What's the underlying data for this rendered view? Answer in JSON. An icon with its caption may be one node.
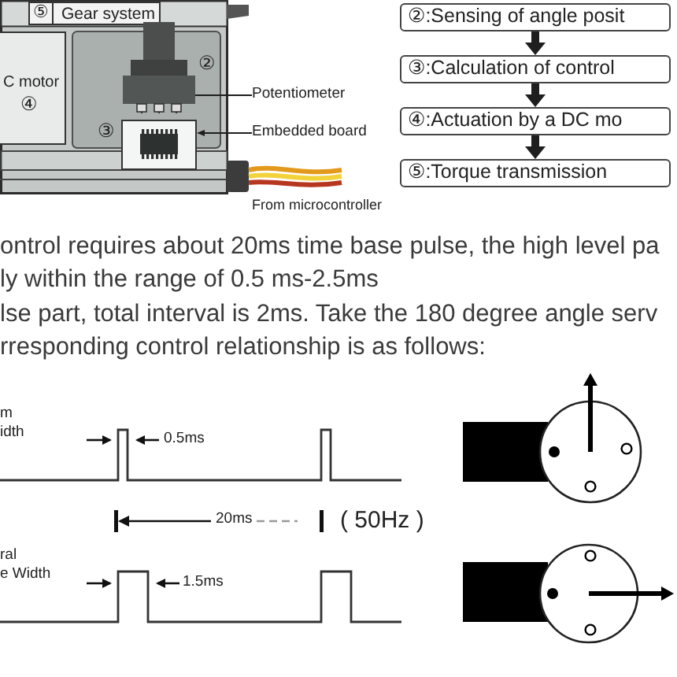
{
  "diagram": {
    "nodes": [
      {
        "text": [
          "⑤",
          "Gear system"
        ]
      },
      {
        "text": [
          "C motor",
          "④"
        ]
      },
      {
        "text": [],
        "shape": "picture",
        "beside": [
          "②"
        ]
      },
      {
        "text": [],
        "shape": "box",
        "beside": [
          "③"
        ]
      },
      {
        "text": [
          "Potentiometer"
        ]
      },
      {
        "text": [
          "Embedded board"
        ]
      },
      {
        "text": [
          "②:Sensing of angle posit"
        ]
      },
      {
        "text": [
          "③:Calculation of control"
        ]
      },
      {
        "text": [
          "④:Actuation by a DC mo"
        ]
      },
      {
        "text": [
          "⑤:Torque transmission"
        ]
      }
    ],
    "edges": [
      {
        "from": 4,
        "to": 2,
        "arrow": "none"
      },
      {
        "from": 5,
        "to": 3,
        "arrow": "to"
      },
      {
        "from": 6,
        "to": 7,
        "arrow": "to"
      },
      {
        "from": 7,
        "to": 8,
        "arrow": "to"
      },
      {
        "from": 8,
        "to": 9,
        "arrow": "to"
      }
    ],
    "labels": [
      "From microcontroller",
      "ontrol requires about 20ms time base pulse, the high level pa",
      "ly within the range of 0.5 ms-2.5ms",
      "lse part, total interval is 2ms. Take the 180 degree angle serv",
      "rresponding control relationship is as follows:",
      "m",
      "idth",
      "0.5ms",
      "20ms",
      "( 50Hz )",
      "ral",
      "e Width",
      "1.5ms"
    ]
  }
}
